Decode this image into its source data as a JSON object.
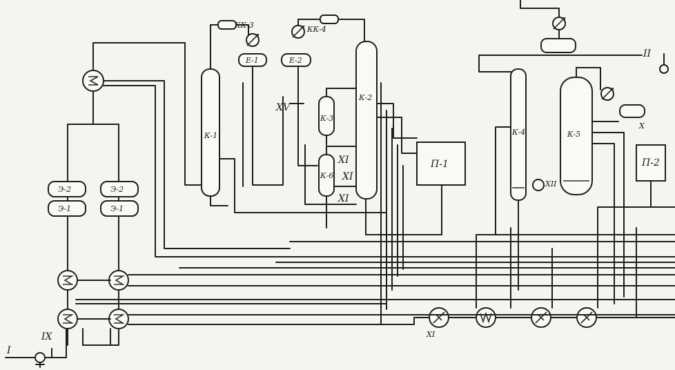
{
  "labels": {
    "k1": "К-1",
    "k2": "К-2",
    "k3": "К-3",
    "k4": "К-4",
    "k5": "К-5",
    "k6": "К-6",
    "p1": "П-1",
    "p2": "П-2",
    "e2a": "Э-2",
    "e2b": "Э-2",
    "e1a": "Э-1",
    "e1b": "Э-1",
    "kk3": "КК-3",
    "kk4": "КК-4",
    "e1_top": "Е-1",
    "e2_top": "Е-2",
    "stream_I": "I",
    "stream_IX": "IX",
    "stream_II": "II",
    "stream_XV": "XV",
    "stream_X": "X",
    "stream_XI_a": "XI",
    "stream_XI_b": "XI",
    "stream_XI_c": "XI",
    "stream_XII": "XII",
    "stream_XI_d": "XI"
  }
}
